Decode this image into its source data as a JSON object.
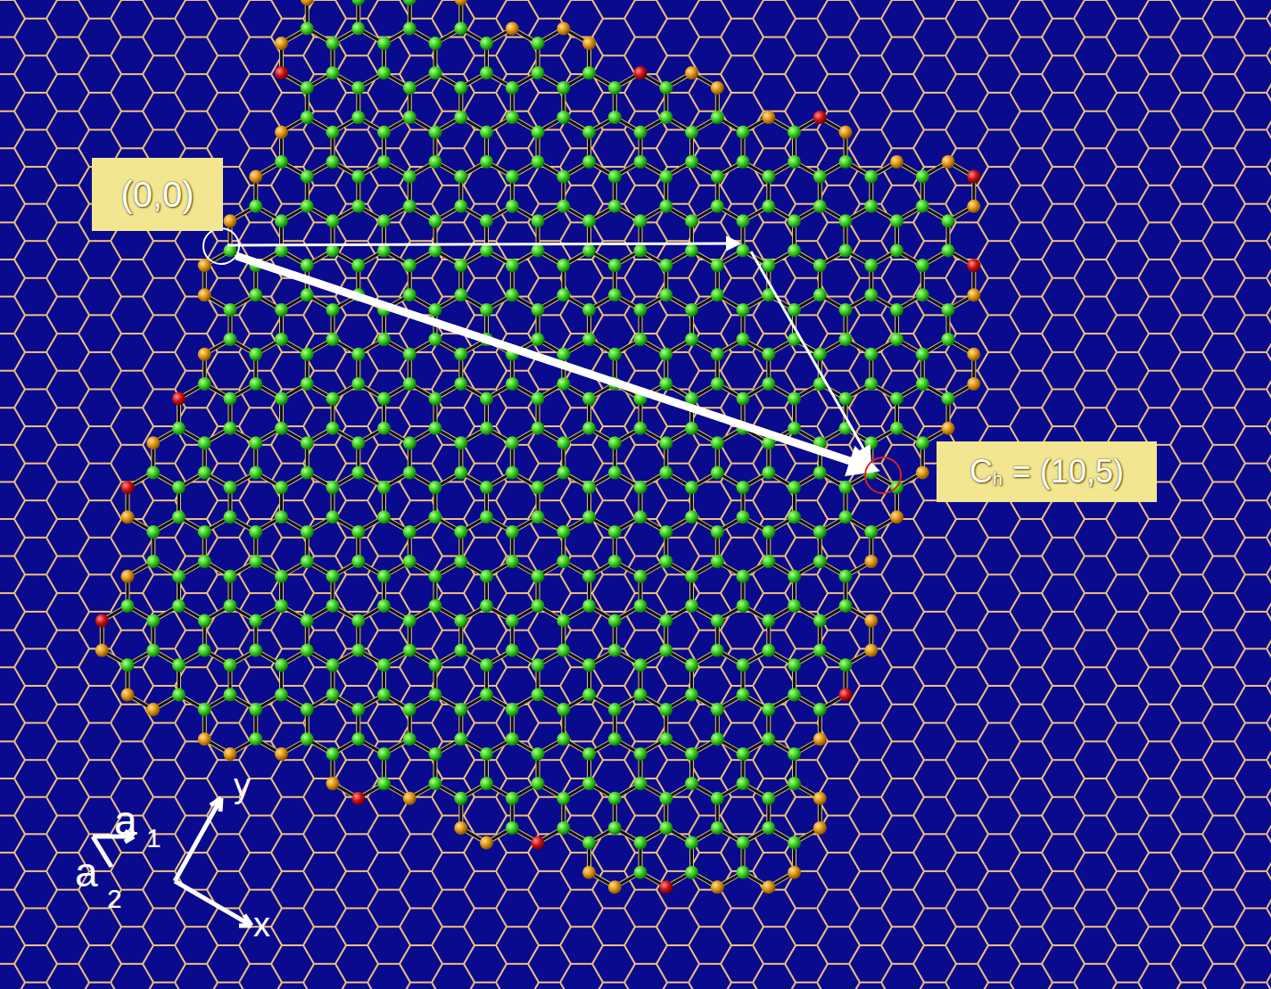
{
  "diagram": {
    "nodes": [
      {
        "text": [
          "(0,0)"
        ]
      },
      {
        "text": [
          "C",
          "h",
          "= (10,5)"
        ]
      }
    ],
    "labels": [
      "a",
      "1",
      "a",
      "2",
      "y",
      "x"
    ]
  }
}
